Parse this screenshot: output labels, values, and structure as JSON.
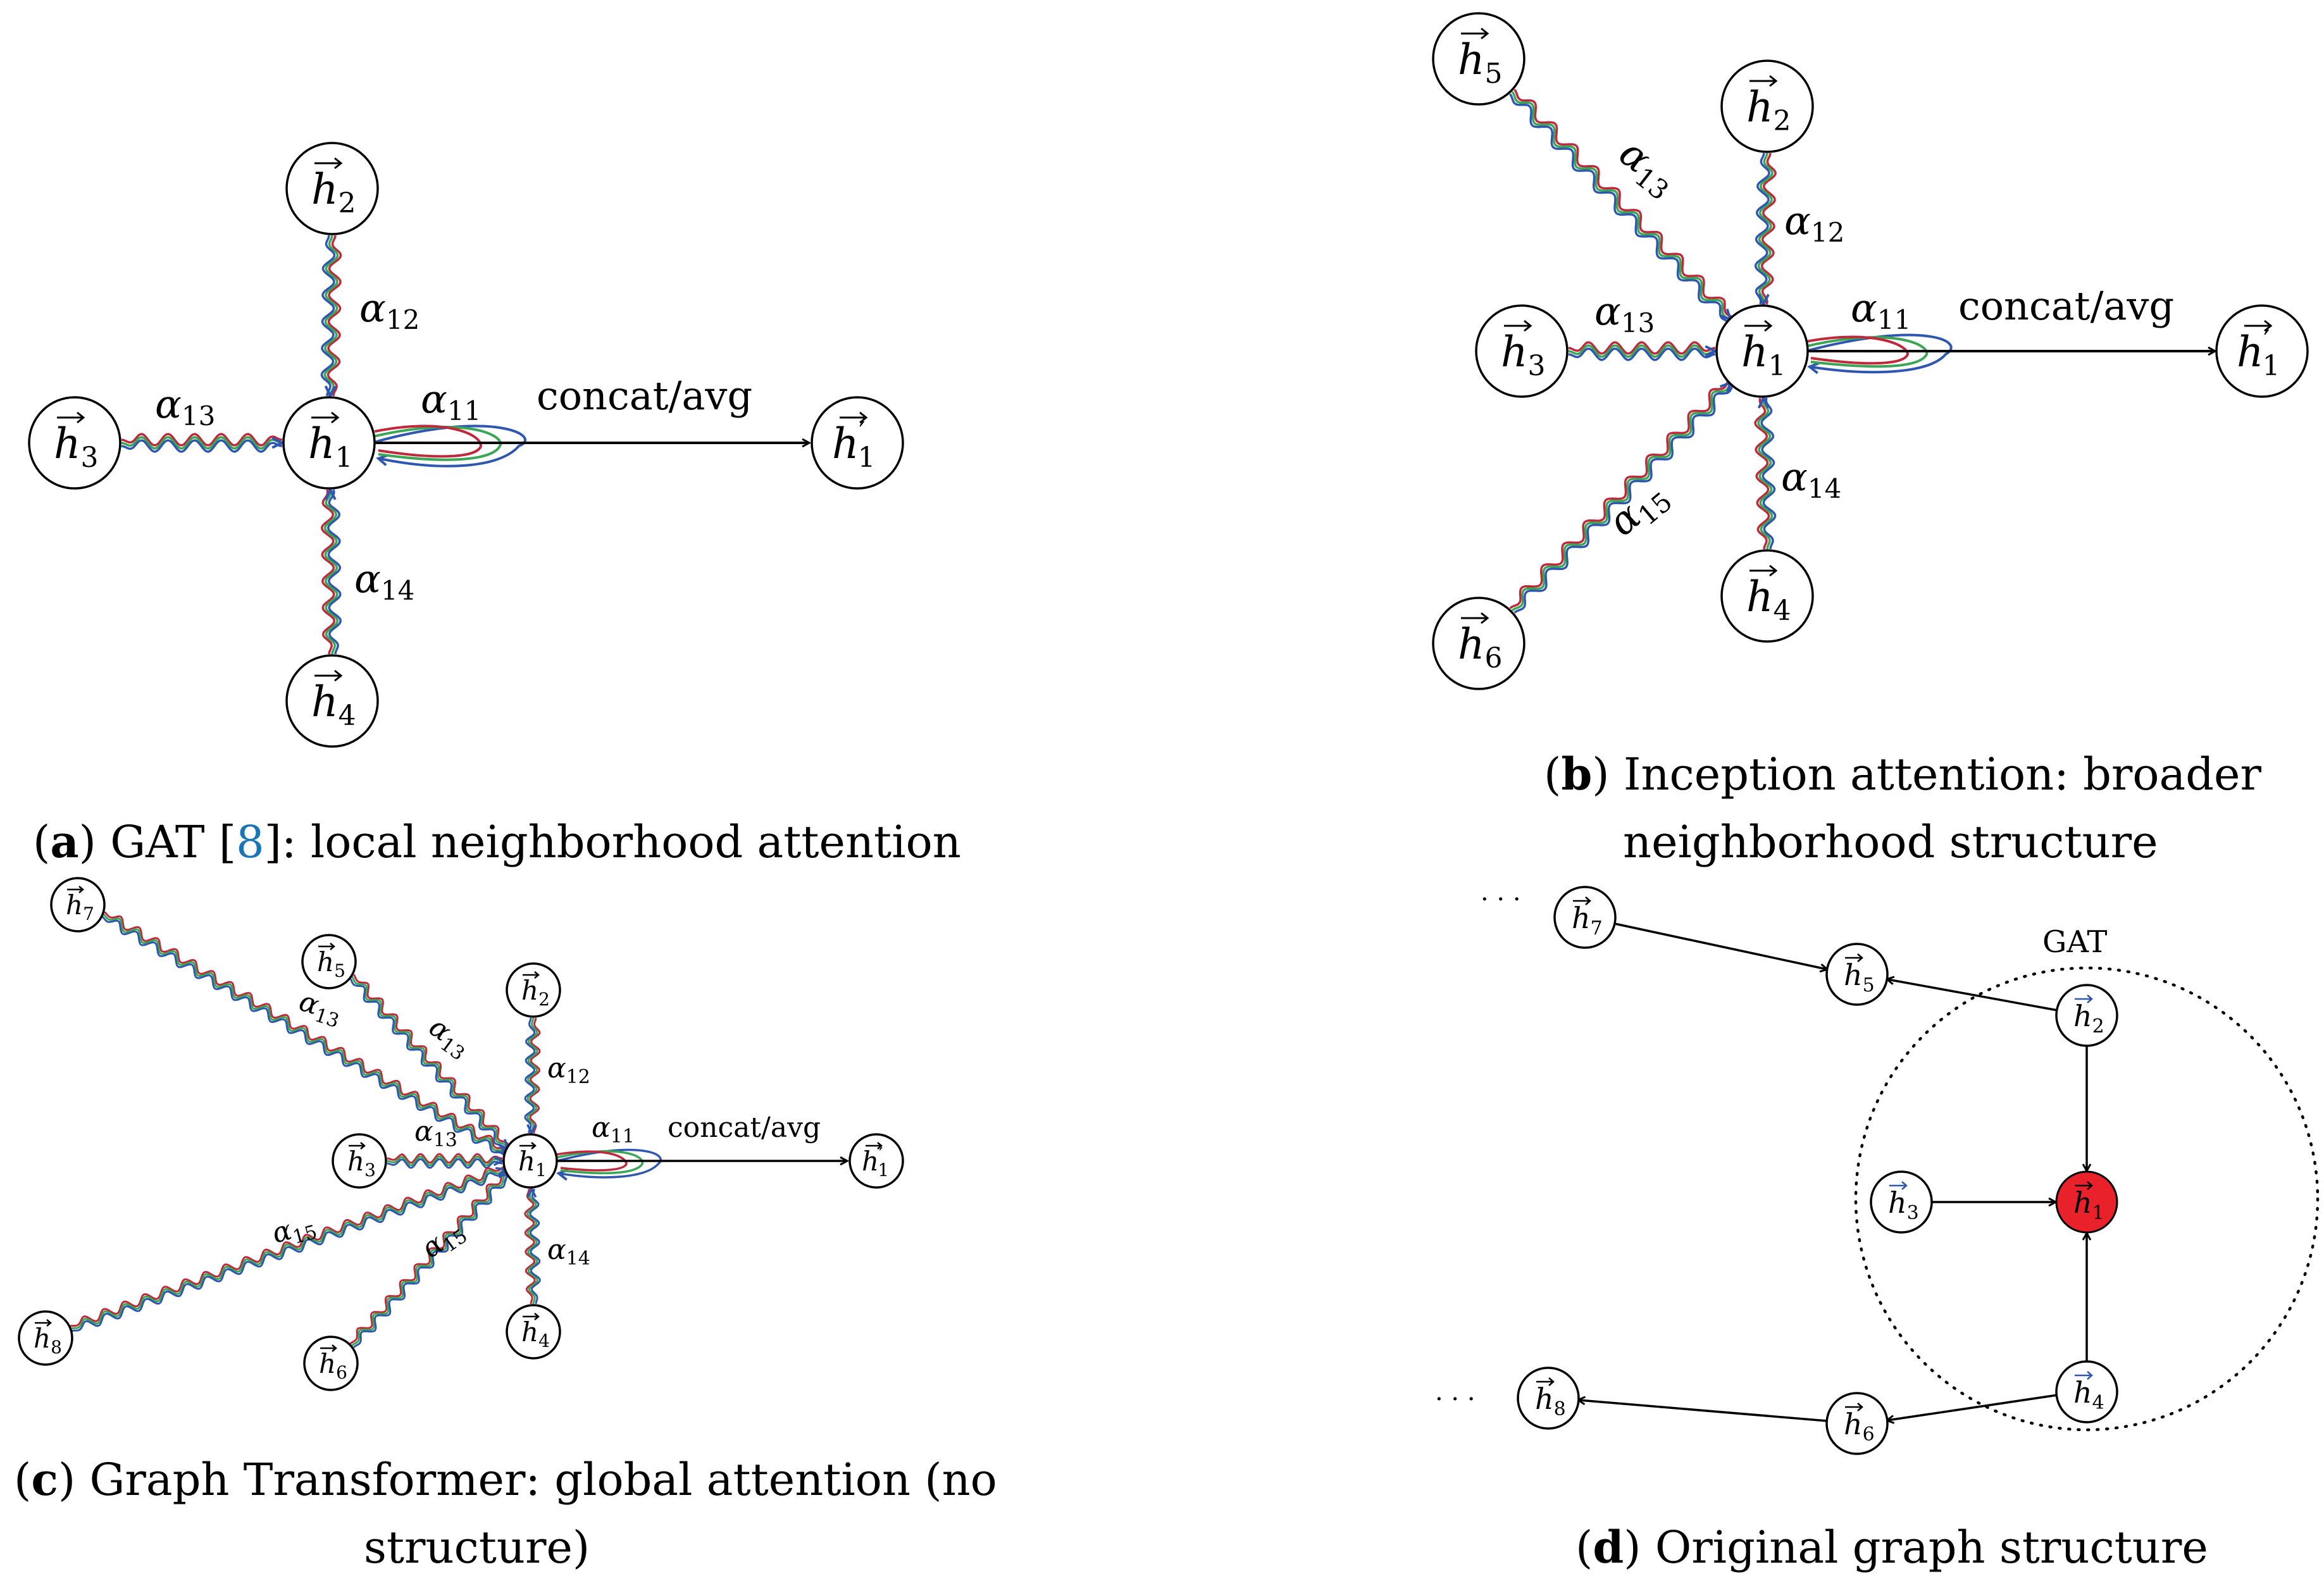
{
  "colors": {
    "wave_red": "#c0293b",
    "wave_green": "#3aa655",
    "wave_blue": "#2f57b0",
    "highlight_node": "#e8212b",
    "gat_node_text": "#2f57b0",
    "citation": "#1a74b8"
  },
  "labels": {
    "concat": "concat/avg",
    "a11": "α",
    "a11_sub": "11",
    "a12": "α",
    "a12_sub": "12",
    "a13": "α",
    "a13_sub": "13",
    "a14": "α",
    "a14_sub": "14",
    "a15": "α",
    "a15_sub": "15",
    "gat": "GAT",
    "dots": "· · ·"
  },
  "nodes": {
    "h1": "h",
    "h1_sub": "1",
    "h2": "h",
    "h2_sub": "2",
    "h3": "h",
    "h3_sub": "3",
    "h4": "h",
    "h4_sub": "4",
    "h5": "h",
    "h5_sub": "5",
    "h6": "h",
    "h6_sub": "6",
    "h7": "h",
    "h7_sub": "7",
    "h8": "h",
    "h8_sub": "8",
    "h1p": "h",
    "h1p_sub": "′",
    "h1p_sub2": "1"
  },
  "captions": {
    "a_letter": "a",
    "a_text_1": ") GAT [",
    "a_cite": "8",
    "a_text_2": "]: local neighborhood attention",
    "b_letter": "b",
    "b_line1": ") Inception attention: broader",
    "b_line2": "neighborhood structure",
    "c_letter": "c",
    "c_line1": ") Graph Transformer: global attention (no",
    "c_line2": "structure)",
    "d_letter": "d",
    "d_text": ") Original graph structure"
  }
}
